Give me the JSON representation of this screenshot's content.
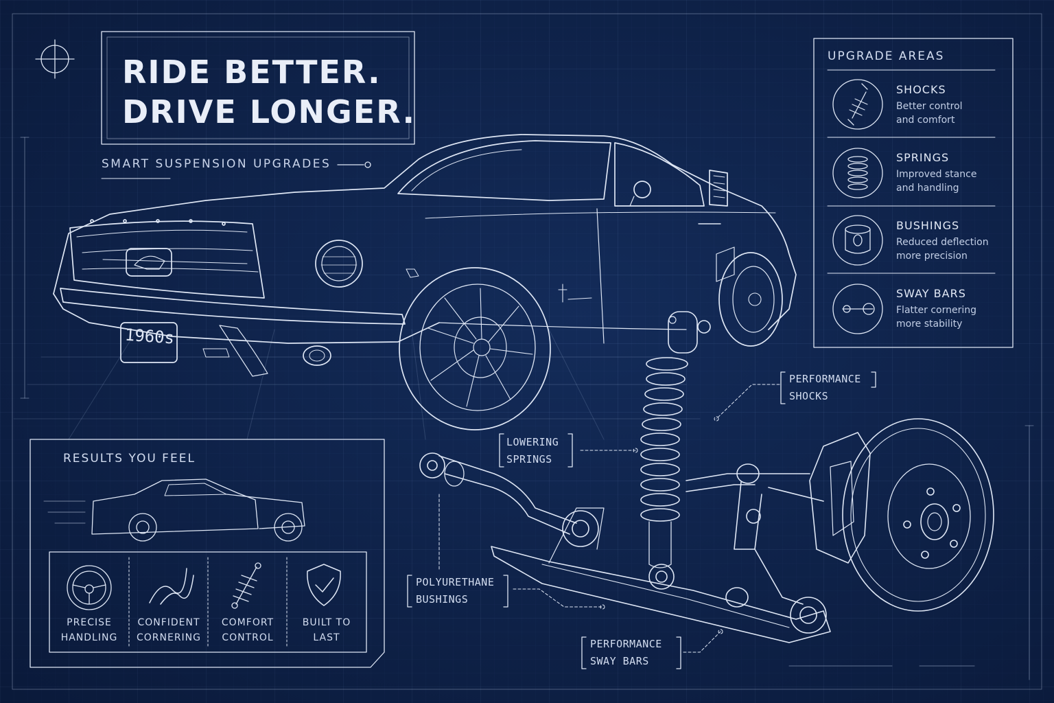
{
  "headline": {
    "line1": "RIDE BETTER.",
    "line2": "DRIVE LONGER."
  },
  "subtitle": "SMART SUSPENSION UPGRADES",
  "license_plate": "1960s",
  "upgrade_areas": {
    "title": "UPGRADE AREAS",
    "items": [
      {
        "name": "SHOCKS",
        "desc1": "Better control",
        "desc2": "and comfort",
        "icon": "shock-absorber-icon"
      },
      {
        "name": "SPRINGS",
        "desc1": "Improved stance",
        "desc2": "and handling",
        "icon": "coil-spring-icon"
      },
      {
        "name": "BUSHINGS",
        "desc1": "Reduced deflection",
        "desc2": "more precision",
        "icon": "bushing-icon"
      },
      {
        "name": "SWAY BARS",
        "desc1": "Flatter cornering",
        "desc2": "more stability",
        "icon": "sway-bar-icon"
      }
    ]
  },
  "results": {
    "title": "RESULTS YOU FEEL",
    "items": [
      {
        "line1": "PRECISE",
        "line2": "HANDLING",
        "icon": "steering-wheel-icon"
      },
      {
        "line1": "CONFIDENT",
        "line2": "CORNERING",
        "icon": "curved-road-icon"
      },
      {
        "line1": "COMFORT",
        "line2": "CONTROL",
        "icon": "shock-absorber-icon"
      },
      {
        "line1": "BUILT TO",
        "line2": "LAST",
        "icon": "shield-check-icon"
      }
    ]
  },
  "callouts": {
    "shocks": {
      "line1": "PERFORMANCE",
      "line2": "SHOCKS"
    },
    "springs": {
      "line1": "LOWERING",
      "line2": "SPRINGS"
    },
    "bushings": {
      "line1": "POLYURETHANE",
      "line2": "BUSHINGS"
    },
    "sway_bars": {
      "line1": "PERFORMANCE",
      "line2": "SWAY BARS"
    }
  },
  "colors": {
    "background": "#10264f",
    "line": "#dfe7f5",
    "accent": "#c3cfe6"
  }
}
